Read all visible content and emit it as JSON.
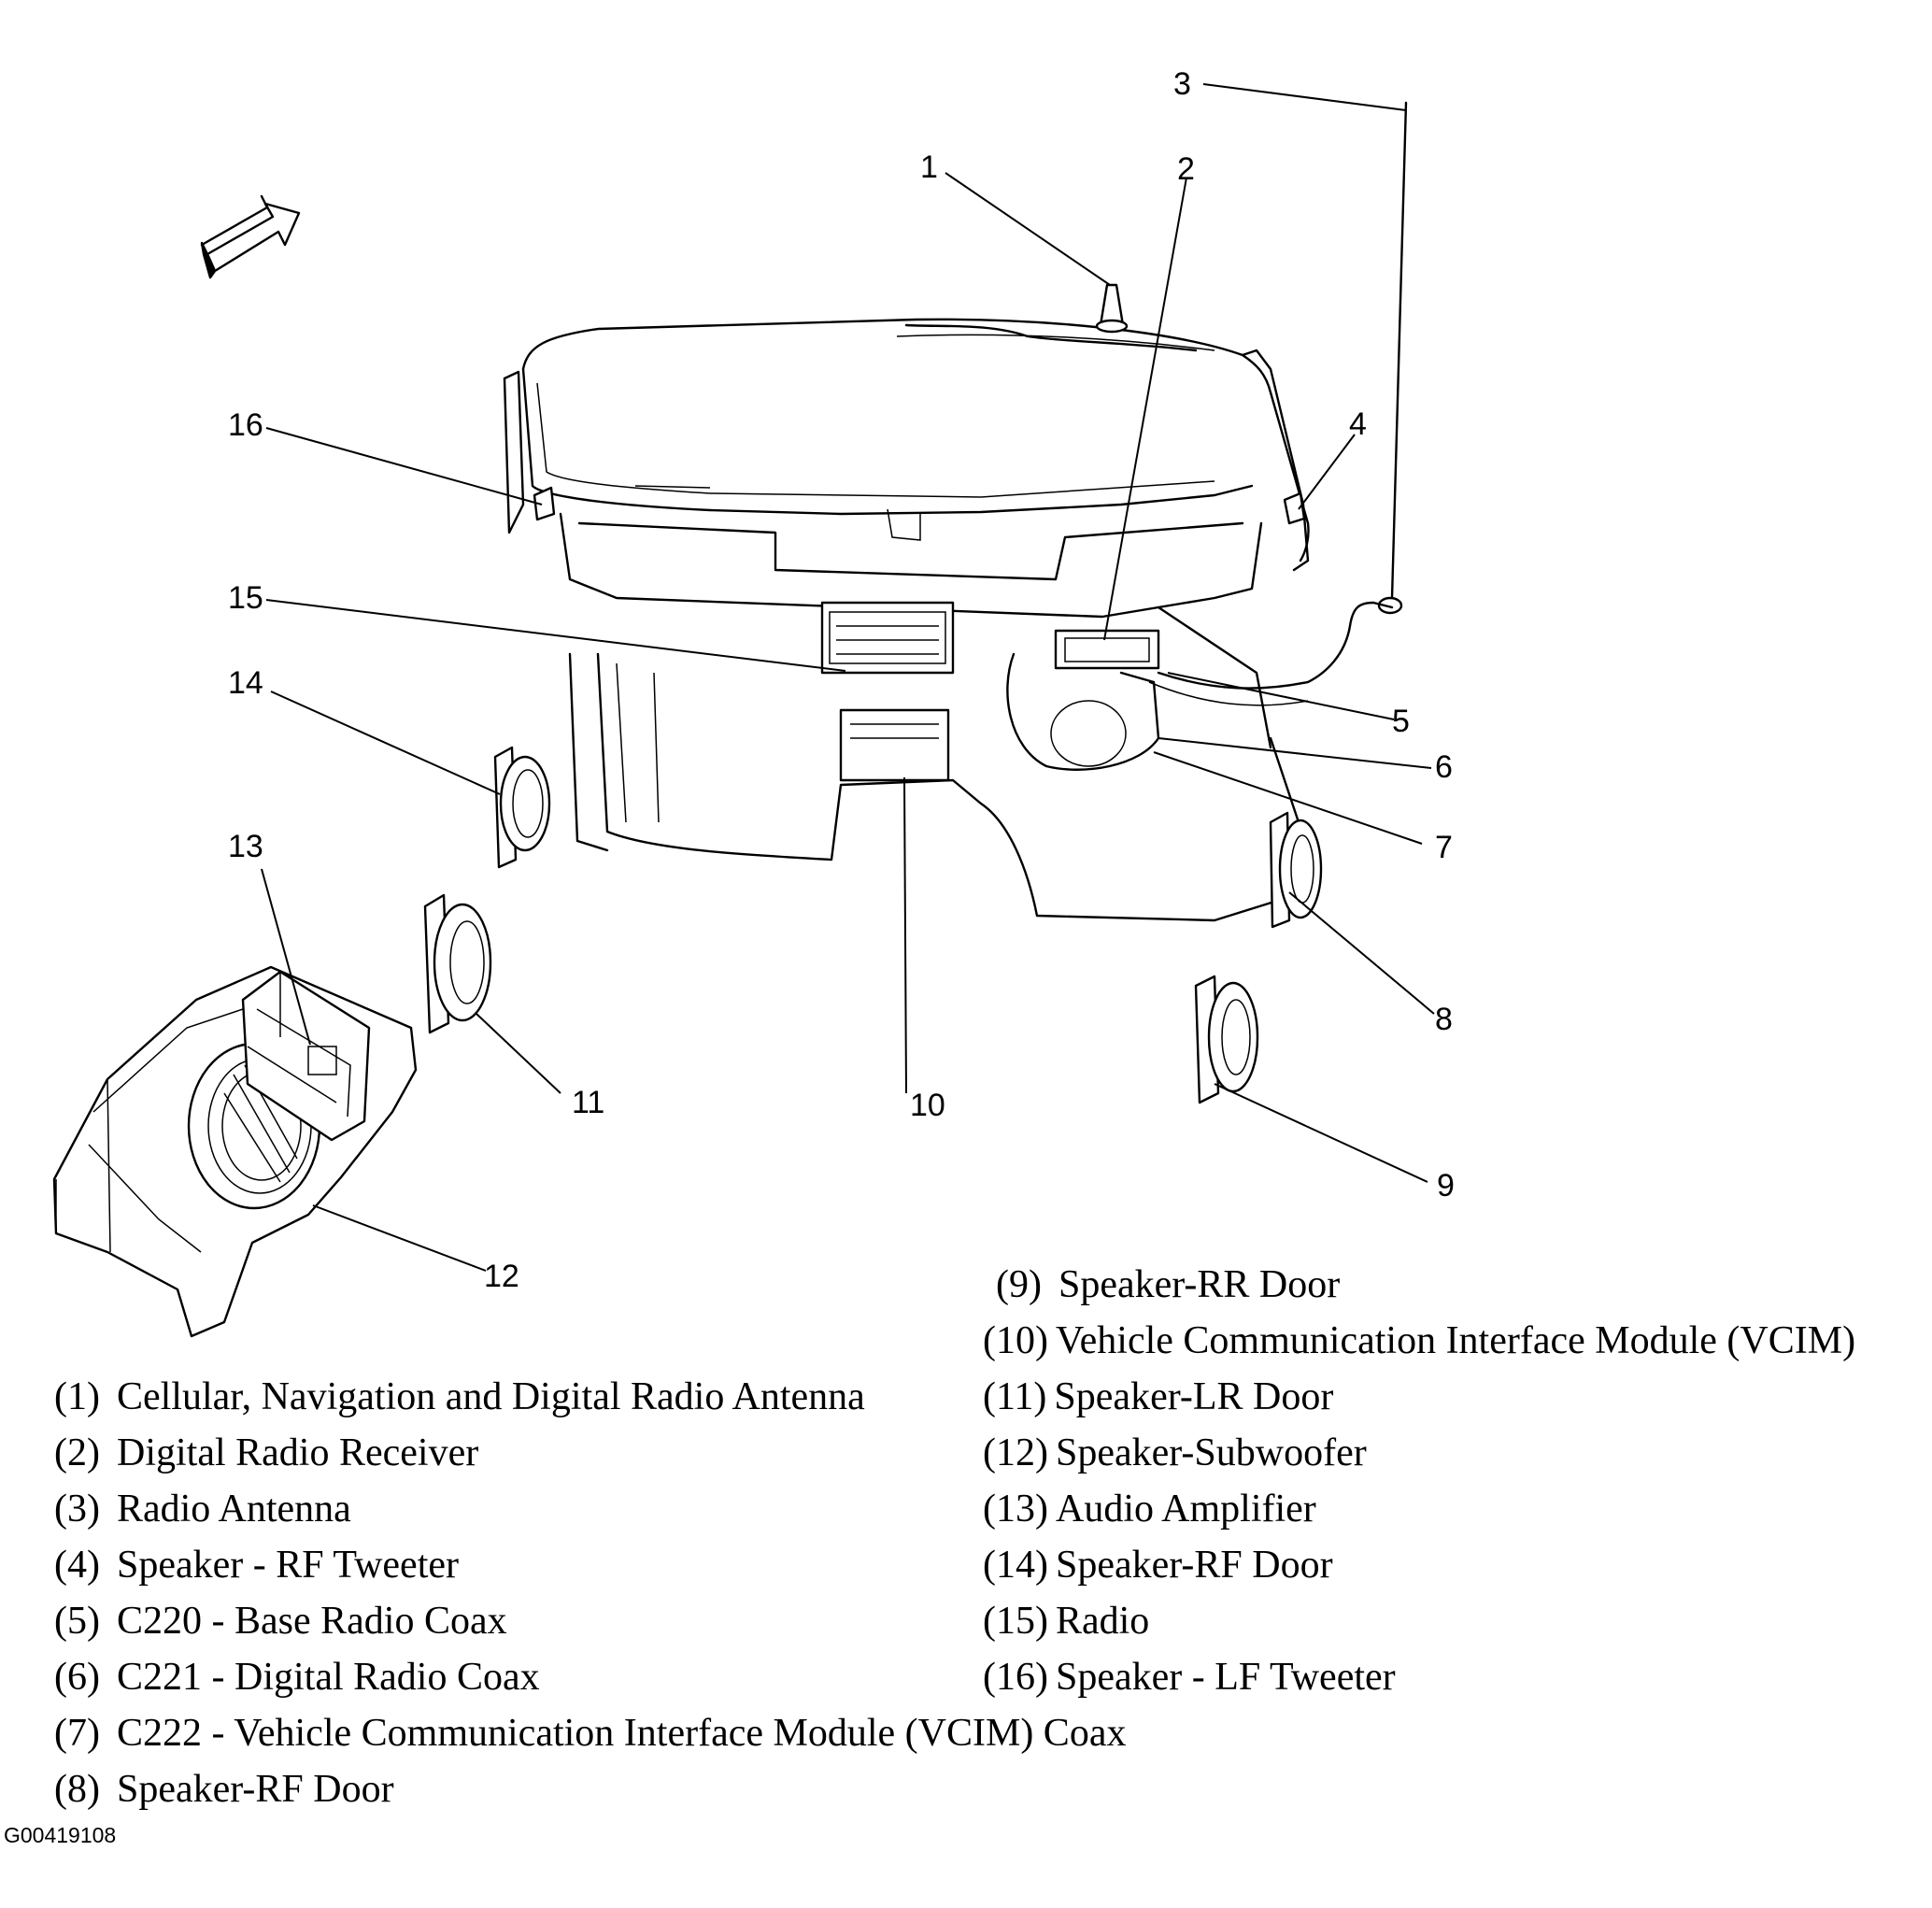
{
  "diagram": {
    "callouts": [
      {
        "id": "c1",
        "label": "1"
      },
      {
        "id": "c2",
        "label": "2"
      },
      {
        "id": "c3",
        "label": "3"
      },
      {
        "id": "c4",
        "label": "4"
      },
      {
        "id": "c5",
        "label": "5"
      },
      {
        "id": "c6",
        "label": "6"
      },
      {
        "id": "c7",
        "label": "7"
      },
      {
        "id": "c8",
        "label": "8"
      },
      {
        "id": "c9",
        "label": "9"
      },
      {
        "id": "c10",
        "label": "10"
      },
      {
        "id": "c11",
        "label": "11"
      },
      {
        "id": "c12",
        "label": "12"
      },
      {
        "id": "c13",
        "label": "13"
      },
      {
        "id": "c14",
        "label": "14"
      },
      {
        "id": "c15",
        "label": "15"
      },
      {
        "id": "c16",
        "label": "16"
      }
    ]
  },
  "legend": [
    {
      "num": "(1)",
      "text": "Cellular, Navigation and Digital Radio Antenna"
    },
    {
      "num": "(2)",
      "text": "Digital Radio Receiver"
    },
    {
      "num": "(3)",
      "text": "Radio Antenna"
    },
    {
      "num": "(4)",
      "text": "Speaker - RF Tweeter"
    },
    {
      "num": "(5)",
      "text": "C220 - Base Radio Coax"
    },
    {
      "num": "(6)",
      "text": "C221 - Digital Radio Coax"
    },
    {
      "num": "(7)",
      "text": "C222 - Vehicle Communication Interface Module (VCIM) Coax"
    },
    {
      "num": "(8)",
      "text": "Speaker-RF Door"
    },
    {
      "num": "(9)",
      "text": "Speaker-RR Door"
    },
    {
      "num": "(10)",
      "text": "Vehicle Communication Interface Module (VCIM)"
    },
    {
      "num": "(11)",
      "text": "Speaker-LR Door"
    },
    {
      "num": "(12)",
      "text": "Speaker-Subwoofer"
    },
    {
      "num": "(13)",
      "text": "Audio Amplifier"
    },
    {
      "num": "(14)",
      "text": "Speaker-RF Door"
    },
    {
      "num": "(15)",
      "text": "Radio"
    },
    {
      "num": "(16)",
      "text": "Speaker - LF Tweeter"
    }
  ],
  "figure_id": "G00419108"
}
